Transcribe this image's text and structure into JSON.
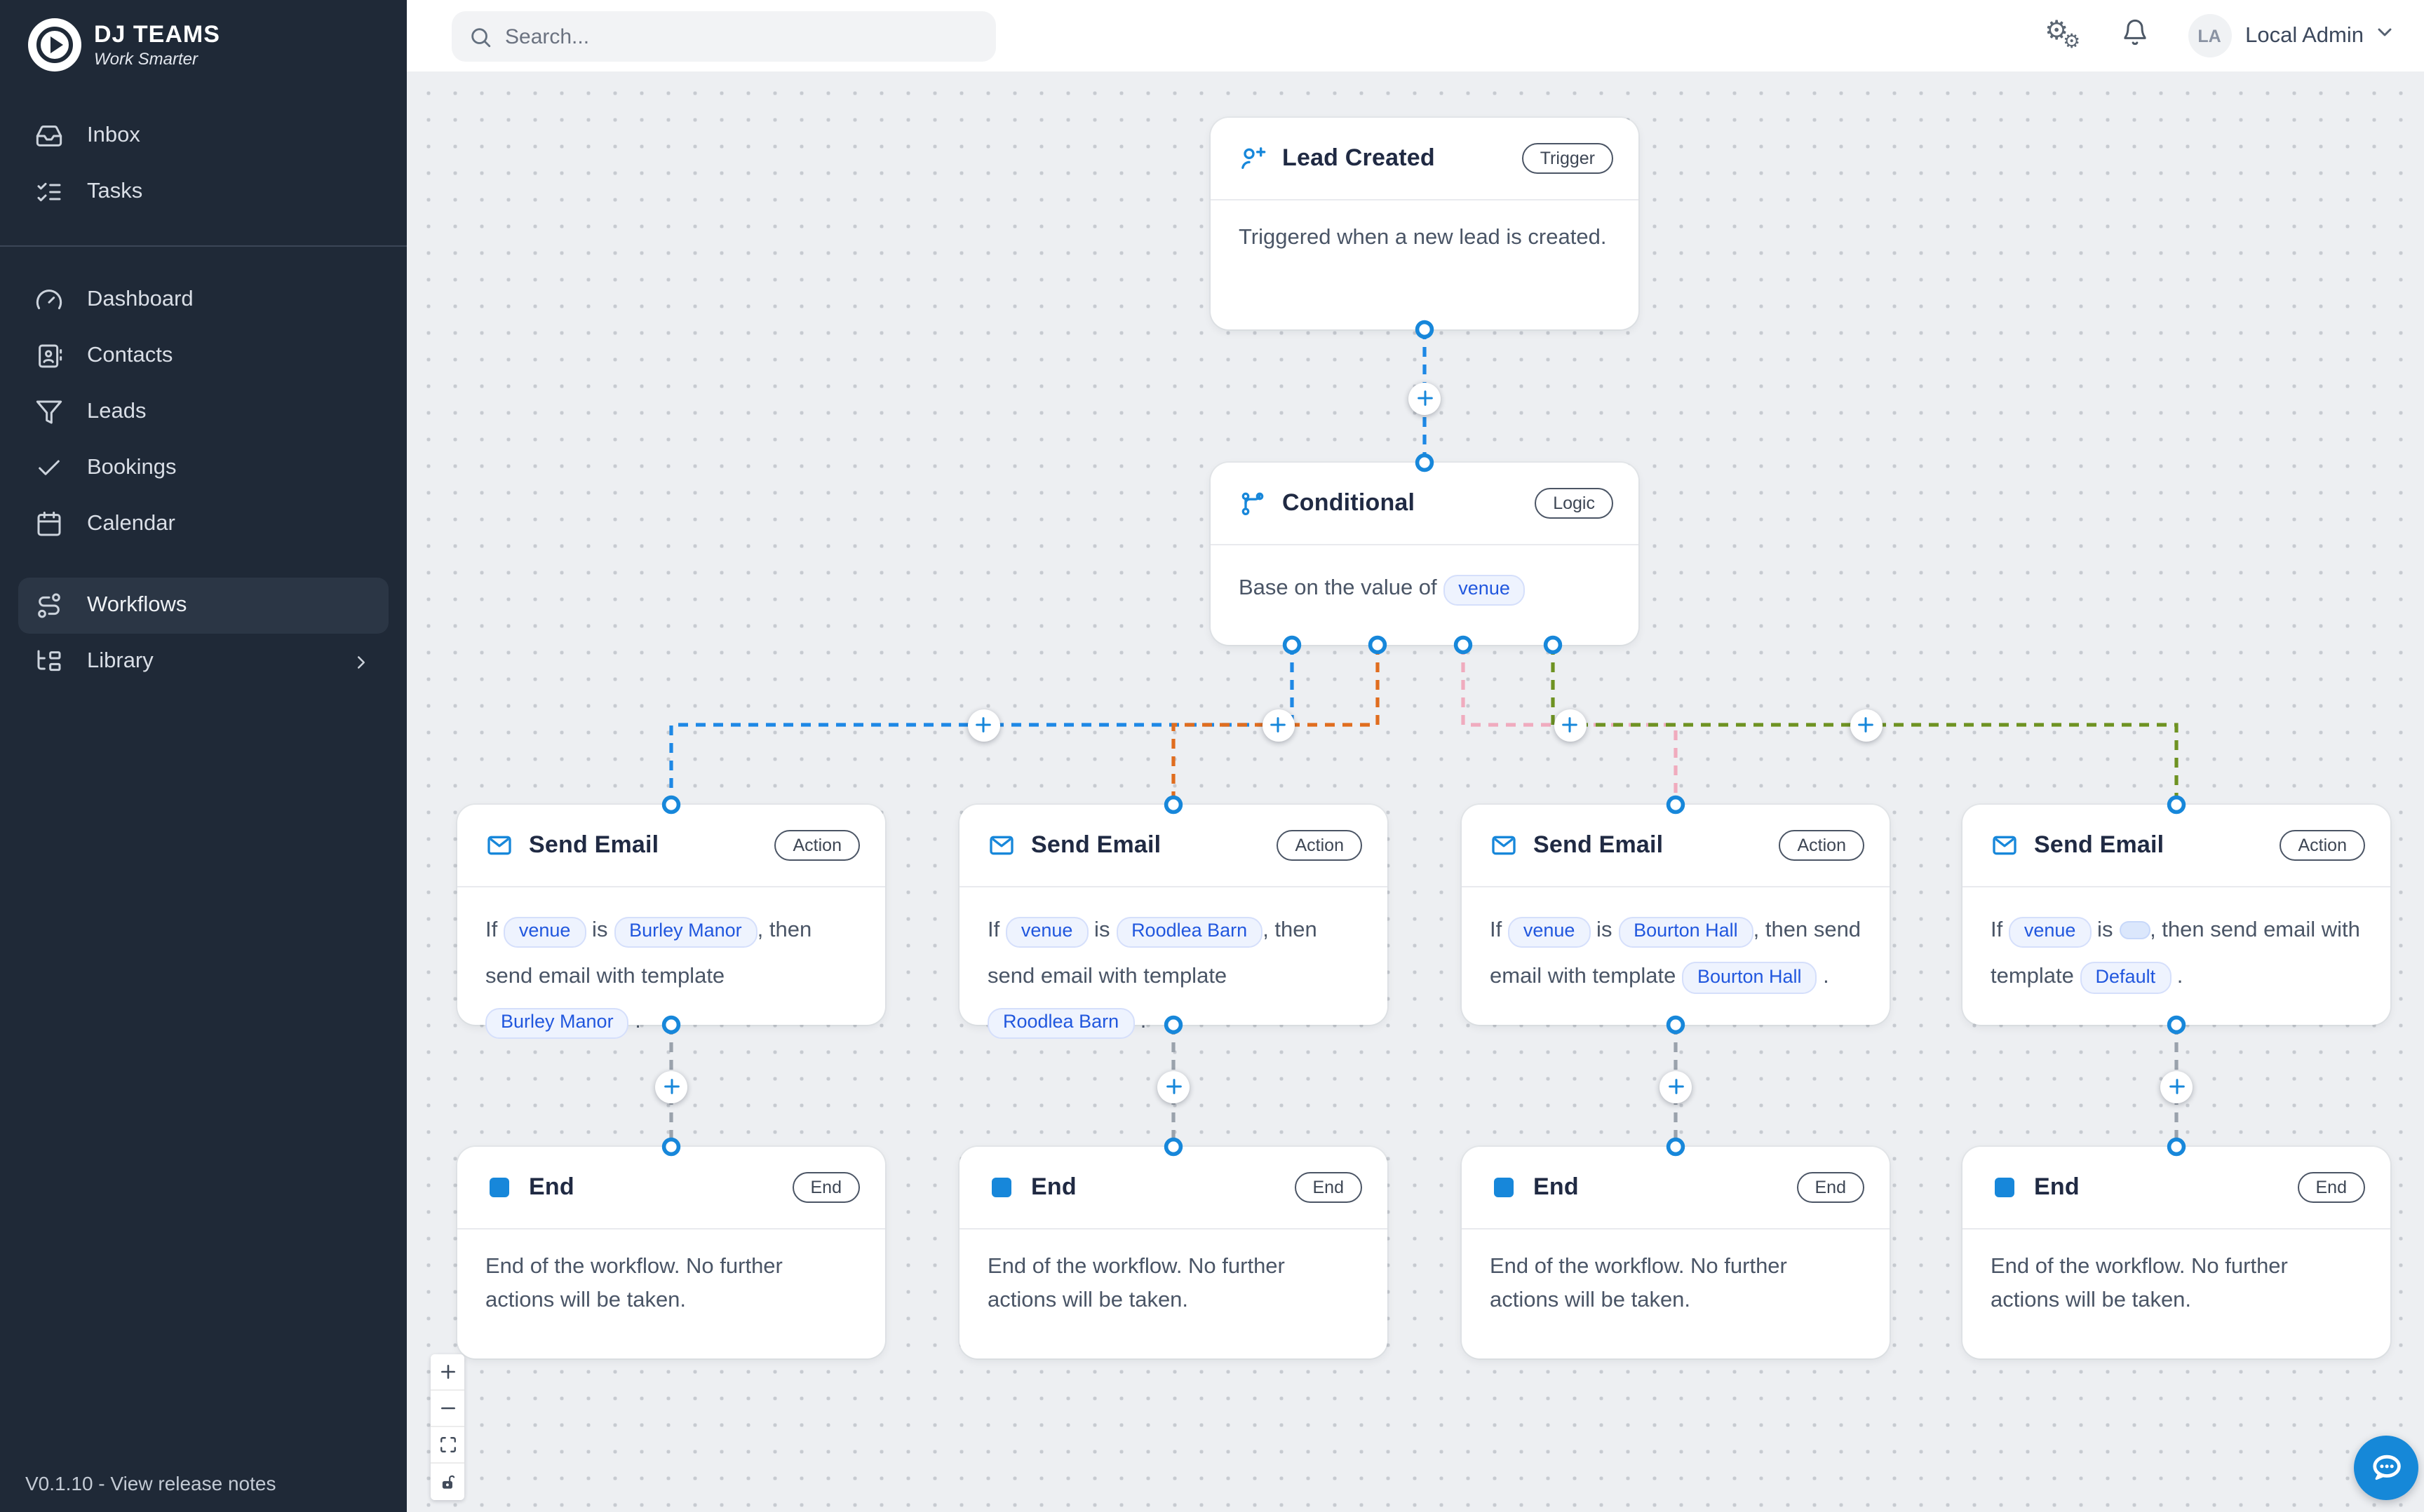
{
  "colors": {
    "accent": "#1787da",
    "line_blue": "#1e88e5",
    "line_orange": "#e06d1f",
    "line_pink": "#f0abbe",
    "line_olive": "#6e9222",
    "line_gray": "#9aa2ac",
    "chat_button": "#1688d8",
    "sidebar_bg": "#1f2937"
  },
  "sidebar": {
    "logo_title": "DJ TEAMS",
    "logo_subtitle": "Work Smarter",
    "items_top": [
      {
        "label": "Inbox"
      },
      {
        "label": "Tasks"
      }
    ],
    "items_main": [
      {
        "label": "Dashboard"
      },
      {
        "label": "Contacts"
      },
      {
        "label": "Leads"
      },
      {
        "label": "Bookings"
      },
      {
        "label": "Calendar"
      }
    ],
    "items_workflow": [
      {
        "label": "Workflows"
      },
      {
        "label": "Library"
      }
    ],
    "version": "V0.1.10 - View release notes"
  },
  "topbar": {
    "search_placeholder": "Search...",
    "user_initials": "LA",
    "user_name": "Local Admin"
  },
  "nodes": {
    "lead_created": {
      "title": "Lead Created",
      "badge": "Trigger",
      "body": [
        {
          "text": "Triggered when a new lead is created."
        }
      ]
    },
    "conditional": {
      "title": "Conditional",
      "badge": "Logic",
      "body": [
        {
          "text": "Base on the value of "
        },
        {
          "pill": "venue"
        }
      ]
    },
    "send_email_1": {
      "title": "Send Email",
      "badge": "Action",
      "body": [
        {
          "text": "If "
        },
        {
          "pill": "venue"
        },
        {
          "text": " is "
        },
        {
          "pill": "Burley Manor"
        },
        {
          "text": ", then send email with template "
        },
        {
          "pill": "Burley Manor"
        },
        {
          "text": " ."
        }
      ]
    },
    "send_email_2": {
      "title": "Send Email",
      "badge": "Action",
      "body": [
        {
          "text": "If "
        },
        {
          "pill": "venue"
        },
        {
          "text": " is "
        },
        {
          "pill": "Roodlea Barn"
        },
        {
          "text": ", then send email with template "
        },
        {
          "pill": "Roodlea Barn"
        },
        {
          "text": " ."
        }
      ]
    },
    "send_email_3": {
      "title": "Send Email",
      "badge": "Action",
      "body": [
        {
          "text": "If "
        },
        {
          "pill": "venue"
        },
        {
          "text": " is "
        },
        {
          "pill": "Bourton Hall"
        },
        {
          "text": ", then send email with template "
        },
        {
          "pill": "Bourton Hall"
        },
        {
          "text": " ."
        }
      ]
    },
    "send_email_4": {
      "title": "Send Email",
      "badge": "Action",
      "body": [
        {
          "text": "If "
        },
        {
          "pill": "venue"
        },
        {
          "text": " is "
        },
        {
          "empty": true
        },
        {
          "text": ", then send email with template "
        },
        {
          "pill": "Default"
        },
        {
          "text": " ."
        }
      ]
    },
    "end": {
      "title": "End",
      "badge": "End",
      "body": [
        {
          "text": "End of the workflow. No further actions will be taken."
        }
      ]
    }
  }
}
